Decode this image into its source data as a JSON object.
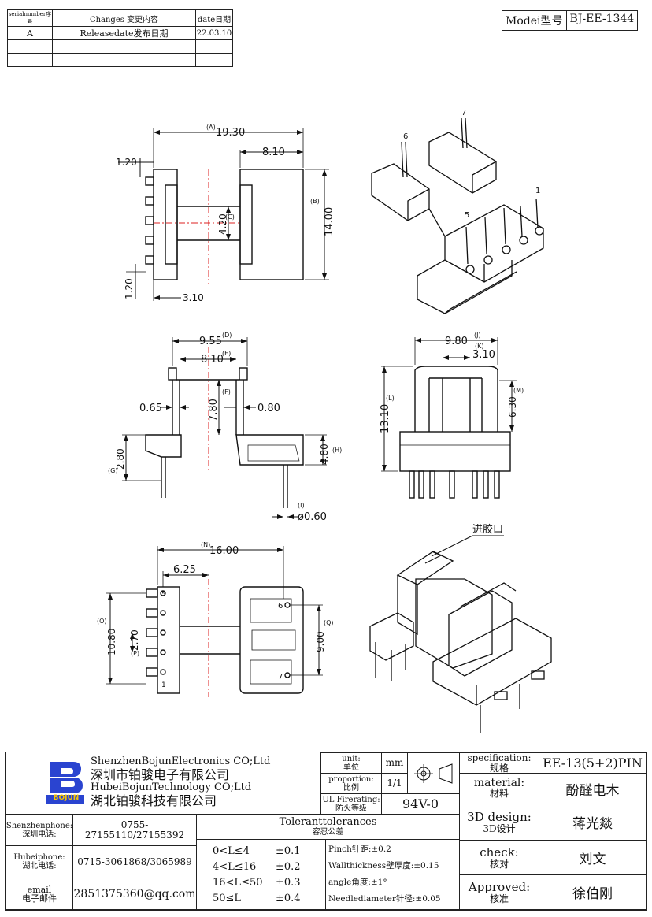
{
  "revision_table": {
    "headers": [
      "serialnumber序号",
      "Changes 变更内容",
      "date日期"
    ],
    "rows": [
      [
        "A",
        "Releasedate发布日期",
        "22.03.10"
      ],
      [
        "",
        "",
        ""
      ],
      [
        "",
        "",
        ""
      ]
    ]
  },
  "model": {
    "label": "Modei型号",
    "value": "BJ-EE-1344"
  },
  "dims": {
    "a_label": "(A)",
    "a_val": "19.30",
    "top_810": "8.10",
    "d_120a": "1.20",
    "d_120b": "1.20",
    "b_label": "(B)",
    "b_val": "14.00",
    "c_label": "(C)",
    "c_val": "4.20",
    "d_310": "3.10",
    "d_label": "(D)",
    "d_val": "9.55",
    "e_label": "(E)",
    "e_val": "8.10",
    "f_label": "(F)",
    "f_val": "7.80",
    "d_065": "0.65",
    "d_080": "0.80",
    "g_label": "(G)",
    "g_val": "2.80",
    "h_label": "(H)",
    "h_val": "4.80",
    "i_label": "(I)",
    "i_val": "ø0.60",
    "j_label": "(J)",
    "j_val": "9.80",
    "k_label": "(K)",
    "k_val": "3.10",
    "l_label": "(L)",
    "l_val": "13.10",
    "m_label": "(M)",
    "m_val": "6.30",
    "n_label": "(N)",
    "n_val": "16.00",
    "d_625": "6.25",
    "o_label": "(O)",
    "o_val": "10.80",
    "p_label": "(P)",
    "p_val": "2.70",
    "q_label": "(Q)",
    "q_val": "9.00",
    "pin1": "1",
    "pin5": "5",
    "pin6": "6",
    "pin7": "7",
    "gate": "进胶口"
  },
  "company": {
    "logo": "BOJUN",
    "en1": "ShenzhenBojunElectronics CO;Ltd",
    "cn1": "深圳市铂骏电子有限公司",
    "en2": "HubeiBojunTechnology CO;Ltd",
    "cn2": "湖北铂骏科技有限公司"
  },
  "titleblock": {
    "unit_en": "unit:",
    "unit_cn": "单位",
    "unit_val": "mm",
    "prop_en": "proportion:",
    "prop_cn": "比例",
    "prop_val": "1/1",
    "ul_en": "UL Firerating:",
    "ul_cn": "防火等级",
    "ul_val": "94V-0",
    "spec_en": "specification:",
    "spec_cn": "规格",
    "spec_val": "EE-13(5+2)PIN",
    "mat_en": "material:",
    "mat_cn": "材料",
    "mat_val": "酚醛电木",
    "d3_en": "3D design:",
    "d3_cn": "3D设计",
    "d3_val": "蒋光燚",
    "check_en": "check:",
    "check_cn": "核对",
    "check_val": "刘文",
    "appr_en": "Approved:",
    "appr_cn": "核准",
    "appr_val": "徐伯刚",
    "sz_en": "Shenzhenphone:",
    "sz_cn": "深圳电话:",
    "sz_val": "0755-27155110/27155392",
    "hb_en": "Hubeiphone:",
    "hb_cn": "湖北电话:",
    "hb_val": "0715-3061868/3065989",
    "em_en": "email",
    "em_cn": "电子邮件",
    "em_val": "2851375360@qq.com",
    "tol_en": "Toleranttolerances",
    "tol_cn": "容忍公差",
    "tol_rows": [
      [
        "0<L≤4",
        "±0.1"
      ],
      [
        "4<L≤16",
        "±0.2"
      ],
      [
        "16<L≤50",
        "±0.3"
      ],
      [
        "50≤L",
        "±0.4"
      ]
    ],
    "pitch": "Pinch针距:±0.2",
    "wall": "Wallthickness壁厚度:±0.15",
    "angle": "angle角度:±1°",
    "needle": "Needlediameter针径:±0.05"
  }
}
